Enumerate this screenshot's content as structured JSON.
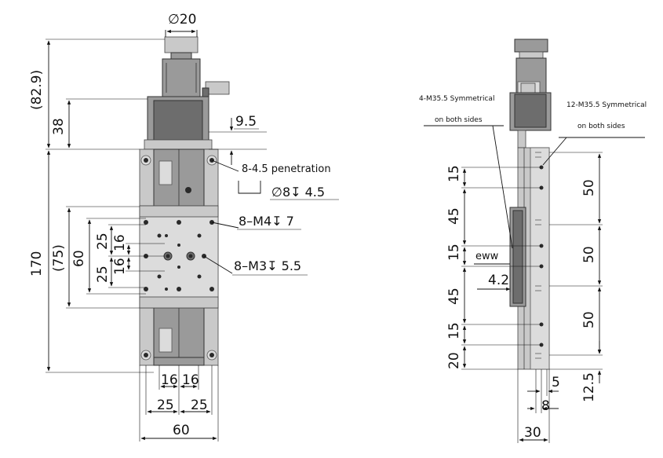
{
  "front_view": {
    "shaft_diameter": "∅20",
    "overall_height_ref": "(82.9)",
    "motor_height": "38",
    "side_offset": "9.5",
    "body_height": "170",
    "table_height_ref": "(75)",
    "hole_spacing_v": "60",
    "v_25_top": "25",
    "v_16_top": "16",
    "v_16_bottom": "16",
    "v_25_bottom": "25",
    "note_penetration": "8-4.5 penetration",
    "note_counterbore": "∅8↧ 4.5",
    "note_m4": "8–M4↧ 7",
    "note_m3": "8–M3↧ 5.5",
    "h_16_left": "16",
    "h_16_right": "16",
    "h_25_left": "25",
    "h_25_right": "25",
    "width": "60"
  },
  "side_view": {
    "note_left_line1": "4-M35.5 Symmetrical",
    "note_left_line2": "on both sides",
    "note_right_line1": "12-M35.5 Symmetrical",
    "note_right_line2": "on both sides",
    "v_15_a": "15",
    "v_45_a": "45",
    "v_15_b": "15",
    "v_45_b": "45",
    "v_15_c": "15",
    "v_20": "20",
    "label_eww": "eww",
    "dim_4_2": "4.2",
    "r_50_a": "50",
    "r_50_b": "50",
    "r_50_c": "50",
    "dim_5": "5",
    "dim_8": "8",
    "dim_12_5": "12.5",
    "width": "30"
  }
}
